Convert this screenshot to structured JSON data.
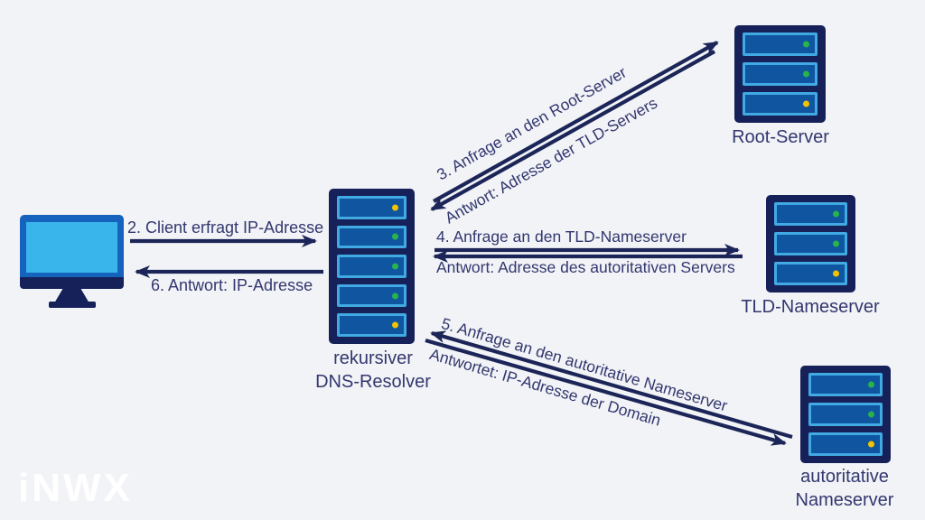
{
  "colors": {
    "background": "#f2f3f6",
    "arrow-navy": "#1b2558",
    "frame-navy": "#16215a",
    "text-navy": "#32376f",
    "slot-blue": "#10559f",
    "slot-border": "#41aae3",
    "monitor-bezel": "#1563bd",
    "monitor-screen": "#3ab5ec",
    "led-green": "#27b44b",
    "led-yellow": "#f2c300",
    "logo-white": "#ffffff"
  },
  "nodes": {
    "resolver": {
      "label_line1": "rekursiver",
      "label_line2": "DNS-Resolver",
      "leds": [
        "yellow",
        "green",
        "green",
        "green",
        "yellow"
      ]
    },
    "root": {
      "label": "Root-Server",
      "leds": [
        "green",
        "green",
        "yellow"
      ]
    },
    "tld": {
      "label": "TLD-Nameserver",
      "leds": [
        "green",
        "green",
        "yellow"
      ]
    },
    "authoritative": {
      "label_line1": "autoritative",
      "label_line2": "Nameserver",
      "leds": [
        "green",
        "green",
        "yellow"
      ]
    }
  },
  "arrows": {
    "step2": {
      "label": "2. Client erfragt IP-Adresse"
    },
    "step3": {
      "request": "3. Anfrage an den Root-Server",
      "response": "Antwort: Adresse der TLD-Servers"
    },
    "step4": {
      "request": "4. Anfrage an den TLD-Nameserver",
      "response": "Antwort: Adresse des autoritativen Servers"
    },
    "step5": {
      "request": "5. Anfrage an den autoritative Nameserver",
      "response": "Antwortet: IP-Adresse der Domain"
    },
    "step6": {
      "label": "6. Antwort: IP-Adresse"
    }
  },
  "logo": {
    "text": "iNWX"
  }
}
